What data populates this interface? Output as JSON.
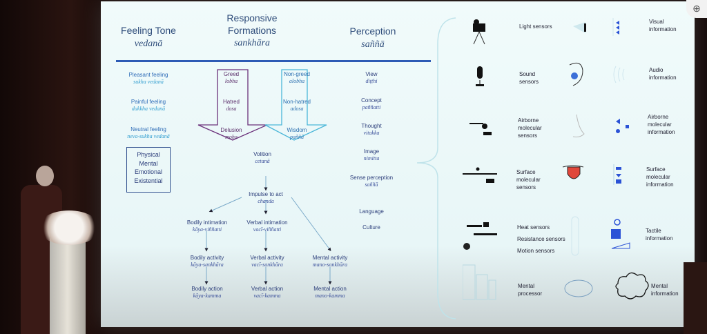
{
  "headers": {
    "feeling": {
      "title": "Feeling Tone",
      "pali": "vedanā"
    },
    "formations": {
      "title1": "Responsive",
      "title2": "Formations",
      "pali": "sankhāra"
    },
    "perception": {
      "title": "Perception",
      "pali": "saññā"
    }
  },
  "feelings": [
    {
      "en": "Pleasant feeling",
      "pali": "sukha vedanā"
    },
    {
      "en": "Painful feeling",
      "pali": "dukkha vedanā"
    },
    {
      "en": "Neutral feeling",
      "pali": "neva-sukha vedanā"
    }
  ],
  "dimensions": [
    "Physical",
    "Mental",
    "Emotional",
    "Existential"
  ],
  "unwholesome": [
    {
      "en": "Greed",
      "pali": "lobha"
    },
    {
      "en": "Hatred",
      "pali": "dosa"
    },
    {
      "en": "Delusion",
      "pali": "moha"
    }
  ],
  "wholesome": [
    {
      "en": "Non-greed",
      "pali": "alobha"
    },
    {
      "en": "Non-hatred",
      "pali": "adosa"
    },
    {
      "en": "Wisdom",
      "pali": "paññā"
    }
  ],
  "volition": {
    "en": "Volition",
    "pali": "cetanā"
  },
  "impulse": {
    "en": "Impulse to act",
    "pali": "chanda"
  },
  "intimation": [
    {
      "en": "Bodily intimation",
      "pali": "kāya-viññatti"
    },
    {
      "en": "Verbal intimation",
      "pali": "vacī-viññatti"
    }
  ],
  "activity": [
    {
      "en": "Bodily activity",
      "pali": "kāya-sankhāra"
    },
    {
      "en": "Verbal activity",
      "pali": "vacī-sankhāra"
    },
    {
      "en": "Mental activity",
      "pali": "mano-sankhāra"
    }
  ],
  "action": [
    {
      "en": "Bodily action",
      "pali": "kāya-kamma"
    },
    {
      "en": "Verbal action",
      "pali": "vacī-kamma"
    },
    {
      "en": "Mental action",
      "pali": "mano-kamma"
    }
  ],
  "perceptions": [
    {
      "en": "View",
      "pali": "diṭṭhi"
    },
    {
      "en": "Concept",
      "pali": "paññatti"
    },
    {
      "en": "Thought",
      "pali": "vitakka"
    },
    {
      "en": "Image",
      "pali": "nimitta"
    },
    {
      "en": "Sense perception",
      "pali": "saññā"
    },
    {
      "en": "Language",
      "pali": ""
    },
    {
      "en": "Culture",
      "pali": ""
    }
  ],
  "sensors": [
    {
      "sensor": "Light sensors",
      "info": "Visual information"
    },
    {
      "sensor": "Sound sensors",
      "info": "Audio information"
    },
    {
      "sensor": "Airborne molecular sensors",
      "info": "Airborne molecular information"
    },
    {
      "sensor": "Surface molecular sensors",
      "info": "Surface molecular information"
    },
    {
      "sensor": "Heat sensors",
      "sensor2": "Resistance sensors",
      "sensor3": "Motion sensors",
      "info": "Tactile information"
    },
    {
      "sensor": "Mental processor",
      "info": "Mental information"
    }
  ],
  "colors": {
    "slide": "#eaf6f7",
    "rule": "#2d5bb5",
    "greed_arrow": "#6a2f7a",
    "wisdom_arrow": "#4ab6d8",
    "tongue": "#e0473a",
    "info_blue": "#2b52d6"
  }
}
